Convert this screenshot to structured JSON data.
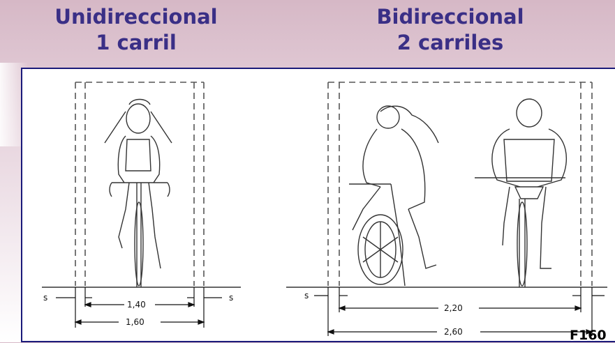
{
  "left": {
    "title_line1": "Unidireccional",
    "title_line2": "1 carril",
    "inner_width": "1,40",
    "outer_width": "1,60",
    "margin_label": "s"
  },
  "right": {
    "title_line1": "Bidireccional",
    "title_line2": "2 carriles",
    "inner_width": "2,20",
    "outer_width": "2,60",
    "margin_label": "s"
  },
  "figure_code": "F160",
  "colors": {
    "title": "#3a2f86",
    "frame": "#1a1a7a",
    "background_top": "#d6b8c6"
  }
}
